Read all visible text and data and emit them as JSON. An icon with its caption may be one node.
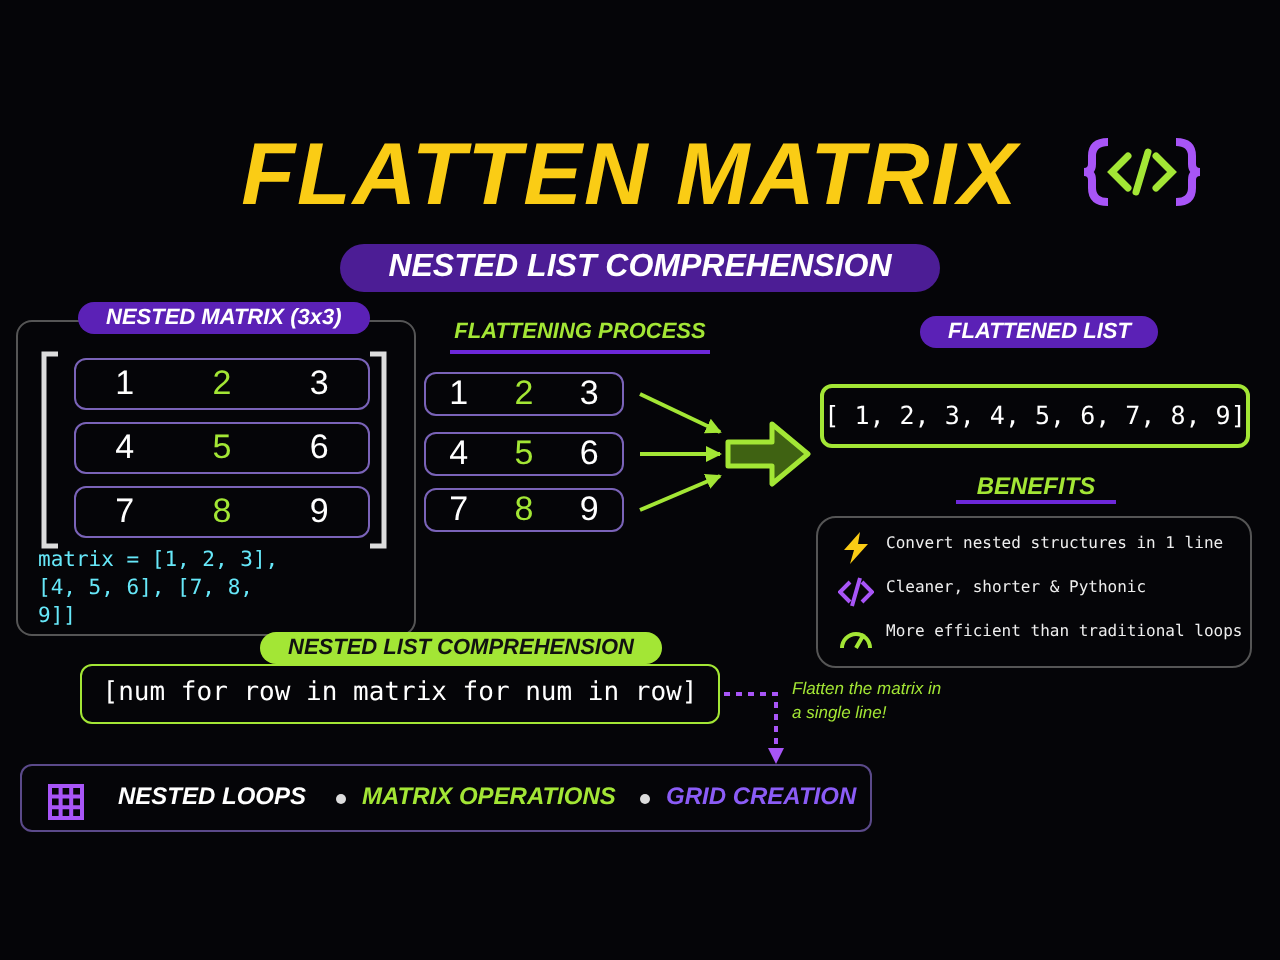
{
  "diagram": {
    "title": "FLATTEN MATRIX",
    "nodes": [
      {
        "text": [
          "NESTED MATRIX (3x3)",
          "matrix = [1, 2, 3], [4, 5, 6], [7, 8, 9]]"
        ]
      },
      {
        "text": [
          "1",
          "2",
          "3"
        ],
        "in": 0
      },
      {
        "text": [
          "4",
          "5",
          "6"
        ],
        "in": 0
      },
      {
        "text": [
          "7",
          "8",
          "9"
        ],
        "in": 0
      },
      {
        "text": [
          "1",
          "2",
          "3"
        ]
      },
      {
        "text": [
          "4",
          "5",
          "6"
        ]
      },
      {
        "text": [
          "7",
          "8",
          "9"
        ]
      },
      {
        "text": [],
        "shape": "arrow"
      },
      {
        "text": [
          "FLATTENED LIST",
          "[ 1, 2, 3, 4, 5, 6, 7, 8, 9]"
        ]
      },
      {
        "text": [
          "BENEFITS",
          "Convert nested structures in 1 line",
          "Cleaner, shorter & Pythonic",
          "More efficient than traditional loops"
        ]
      },
      {
        "text": [
          "NESTED LIST COMPREHENSION",
          "[num for row in matrix for num in row]"
        ]
      },
      {
        "text": [
          "NESTED LOOPS",
          "MATRIX OPERATIONS",
          "GRID CREATION"
        ]
      }
    ],
    "edges": [
      {
        "from": 4,
        "to": 7,
        "arrow": "to"
      },
      {
        "from": 5,
        "to": 7,
        "arrow": "to"
      },
      {
        "from": 6,
        "to": 7,
        "arrow": "to"
      },
      {
        "from": 10,
        "to": 11,
        "arrow": "to",
        "style": "dashed",
        "color": "#a855f7"
      }
    ],
    "labels": [
      "NESTED LIST COMPREHENSION",
      "FLATTENING PROCESS",
      "Flatten the matrix in a single line!"
    ]
  }
}
